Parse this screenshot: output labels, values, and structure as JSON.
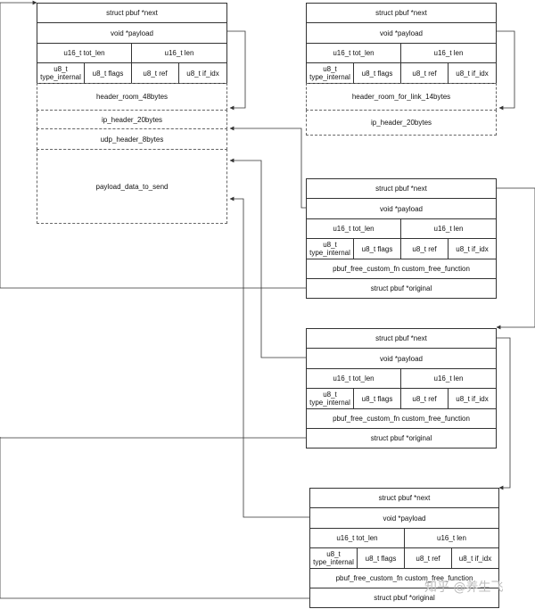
{
  "s1": {
    "next": "struct pbuf *next",
    "payload": "void *payload",
    "tot_len": "u16_t tot_len",
    "len": "u16_t len",
    "type_internal": "u8_t type_internal",
    "flags": "u8_t flags",
    "ref": "u8_t ref",
    "if_idx": "u8_t if_idx",
    "header_room": "header_room_48bytes",
    "ip_header": "ip_header_20bytes",
    "udp_header": "udp_header_8bytes",
    "data": "payload_data_to_send"
  },
  "s2": {
    "next": "struct pbuf *next",
    "payload": "void *payload",
    "tot_len": "u16_t tot_len",
    "len": "u16_t len",
    "type_internal": "u8_t type_internal",
    "flags": "u8_t flags",
    "ref": "u8_t ref",
    "if_idx": "u8_t if_idx",
    "header_room": "header_room_for_link_14bytes",
    "ip_header": "ip_header_20bytes"
  },
  "c1": {
    "next": "struct pbuf *next",
    "payload": "void *payload",
    "tot_len": "u16_t tot_len",
    "len": "u16_t len",
    "type_internal": "u8_t type_internal",
    "flags": "u8_t flags",
    "ref": "u8_t ref",
    "if_idx": "u8_t if_idx",
    "free_fn": "pbuf_free_custom_fn custom_free_function",
    "original": "struct pbuf *original"
  },
  "c2": {
    "next": "struct pbuf *next",
    "payload": "void *payload",
    "tot_len": "u16_t tot_len",
    "len": "u16_t len",
    "type_internal": "u8_t type_internal",
    "flags": "u8_t flags",
    "ref": "u8_t ref",
    "if_idx": "u8_t if_idx",
    "free_fn": "pbuf_free_custom_fn custom_free_function",
    "original": "struct pbuf *original"
  },
  "c3": {
    "next": "struct pbuf *next",
    "payload": "void *payload",
    "tot_len": "u16_t tot_len",
    "len": "u16_t len",
    "type_internal": "u8_t type_internal",
    "flags": "u8_t flags",
    "ref": "u8_t ref",
    "if_idx": "u8_t if_idx",
    "free_fn": "pbuf_free_custom_fn custom_free_function",
    "original": "struct pbuf *original"
  },
  "watermark": "知乎 @养生飞"
}
